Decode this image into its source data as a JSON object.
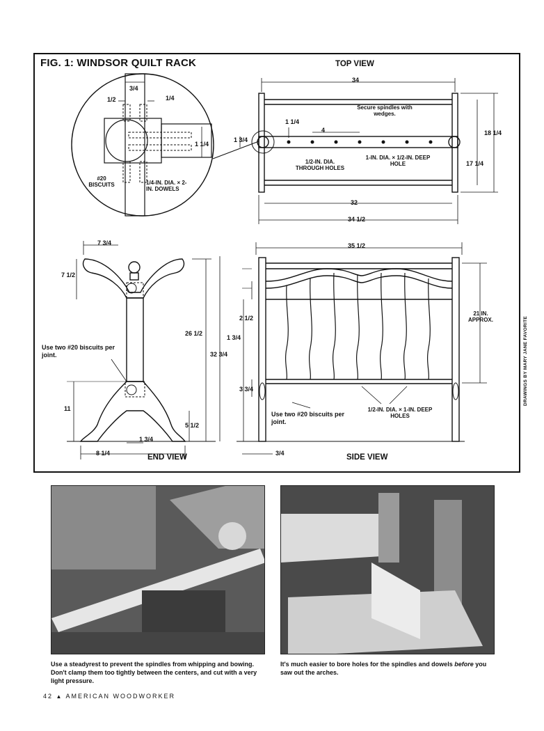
{
  "figure": {
    "title": "FIG. 1: WINDSOR QUILT RACK",
    "views": {
      "top": "TOP VIEW",
      "end": "END VIEW",
      "side": "SIDE VIEW"
    },
    "detail": {
      "dim_top": "3/4",
      "dim_left": "1/2",
      "dim_right": "1/4",
      "dim_side": "1 1/4",
      "biscuits": "#20 BISCUITS",
      "dowels": "1/4-IN. DIA. × 2-IN. DOWELS"
    },
    "top_view": {
      "width": "34",
      "secure_note": "Secure spindles with wedges.",
      "dim_1_1_4": "1 1/4",
      "spacing": "4",
      "dim_1_3_4": "1 3/4",
      "through_holes": "1/2-IN. DIA. THROUGH HOLES",
      "deep_hole": "1-IN. DIA. × 1/2-IN. DEEP HOLE",
      "depth_outer": "18 1/4",
      "depth_inner": "17 1/4",
      "inner_width": "32",
      "overall_width": "34 1/2"
    },
    "end_view": {
      "top_width": "7 3/4",
      "arm_height": "7 1/2",
      "post_height": "26 1/2",
      "overall_height": "32 3/4",
      "biscuit_note": "Use two #20 biscuits per joint.",
      "foot_height": "11",
      "foot_rise": "5 1/2",
      "post_width": "1 3/4",
      "base_width": "8 1/4"
    },
    "side_view": {
      "overall_width": "35 1/2",
      "arch_height": "21 IN. APPROX.",
      "dim_2_1_2": "2 1/2",
      "dim_1_3_4": "1 3/4",
      "dim_3_3_4": "3 3/4",
      "deep_holes": "1/2-IN. DIA. × 1-IN. DEEP HOLES",
      "biscuit_note": "Use two #20 biscuits per joint.",
      "post_thickness": "3/4"
    },
    "credit": "DRAWINGS BY MARY JANE FAVORITE"
  },
  "photos": [
    {
      "caption": "Use a steadyrest to prevent the spindles from whipping and bowing. Don't clamp them too tightly between the centers, and cut with a very light pressure."
    },
    {
      "caption_lead": "It's much easier to bore holes for the spindles and dowels ",
      "caption_em": "before",
      "caption_tail": " you saw out the arches."
    }
  ],
  "footer": {
    "page_number": "42",
    "marker": "▲",
    "magazine": "AMERICAN WOODWORKER"
  }
}
